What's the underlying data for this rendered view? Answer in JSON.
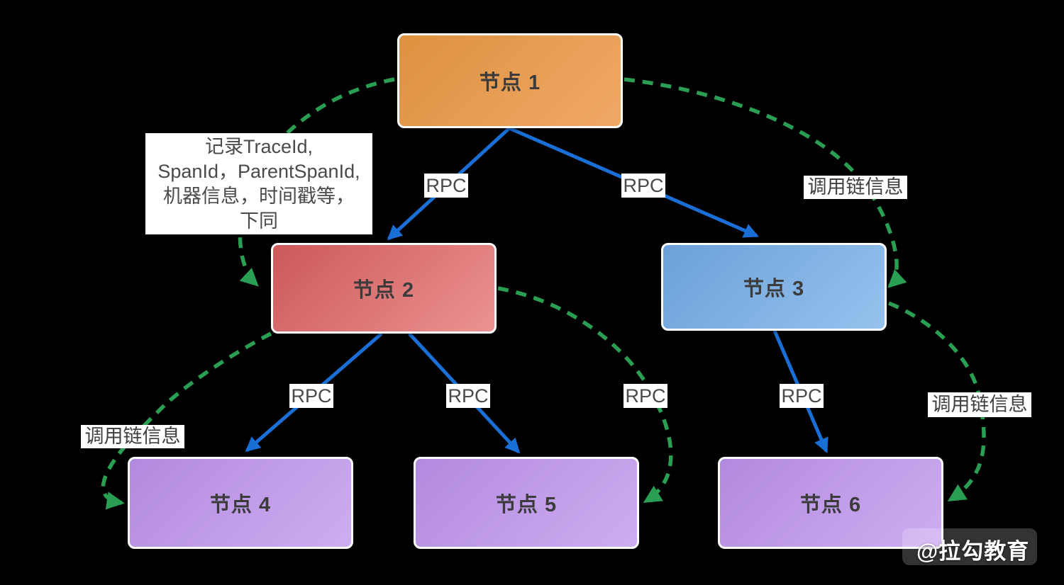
{
  "diagram": {
    "title_context": "RPC call-chain tracing diagram",
    "nodes": [
      {
        "id": "node1",
        "label": "节点 1",
        "gradient_from": "#dd9140",
        "gradient_to": "#f0a966"
      },
      {
        "id": "node2",
        "label": "节点 2",
        "gradient_from": "#cd5959",
        "gradient_to": "#ec9292"
      },
      {
        "id": "node3",
        "label": "节点 3",
        "gradient_from": "#6aa1d8",
        "gradient_to": "#97c2ee"
      },
      {
        "id": "node4",
        "label": "节点 4",
        "gradient_from": "#b28ade",
        "gradient_to": "#cfadf1"
      },
      {
        "id": "node5",
        "label": "节点 5",
        "gradient_from": "#b28ade",
        "gradient_to": "#cfadf1"
      },
      {
        "id": "node6",
        "label": "节点 6",
        "gradient_from": "#b28ade",
        "gradient_to": "#cfadf1"
      }
    ],
    "edge_labels": {
      "rpc": "RPC",
      "trace_info": "调用链信息"
    },
    "rpc_edges": [
      {
        "from": "node1",
        "to": "node2",
        "label": "RPC"
      },
      {
        "from": "node1",
        "to": "node3",
        "label": "RPC"
      },
      {
        "from": "node2",
        "to": "node4",
        "label": "RPC"
      },
      {
        "from": "node2",
        "to": "node5",
        "label": "RPC"
      },
      {
        "from": "node3",
        "to": "node6",
        "label": "RPC"
      }
    ],
    "trace_edges": [
      {
        "from": "node1",
        "to": "node2"
      },
      {
        "from": "node1",
        "to": "node3"
      },
      {
        "from": "node2",
        "to": "node4"
      },
      {
        "from": "node2",
        "to": "node5"
      },
      {
        "from": "node3",
        "to": "node6"
      }
    ],
    "note": {
      "lines": [
        "记录TraceId,",
        "SpanId，ParentSpanId,",
        "机器信息，时间戳等，",
        "下同"
      ]
    },
    "watermark": "@拉勾教育",
    "colors": {
      "background": "#000000",
      "rpc_arrow": "#1a6fd6",
      "trace_arrow": "#2a9e52",
      "label_background": "#ffffff",
      "label_text": "#4a4a4a",
      "node_text": "#3b3b3b",
      "node_border": "#fdfdfd",
      "watermark_text": "#ffffff"
    }
  }
}
